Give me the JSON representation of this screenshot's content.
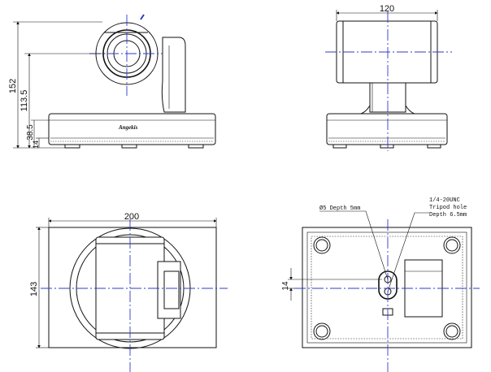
{
  "views": {
    "side": {
      "dims": {
        "height_total": "152",
        "height_center": "113.5",
        "height_base": "38.5",
        "height_foot": "14"
      },
      "brand": "Angekis"
    },
    "front": {
      "dims": {
        "width_camera": "120"
      }
    },
    "top": {
      "dims": {
        "width": "200",
        "depth": "143"
      }
    },
    "bottom": {
      "dims": {
        "offset": "14"
      },
      "notes": {
        "hole": "Ø5 Depth 5mm",
        "tripod_1": "1/4-20UNC",
        "tripod_2": "Tripod hole",
        "tripod_3": "Depth 6.5mm"
      }
    }
  },
  "colors": {
    "line": "#111111",
    "centerline": "#2d3cc8",
    "background": "#ffffff"
  }
}
